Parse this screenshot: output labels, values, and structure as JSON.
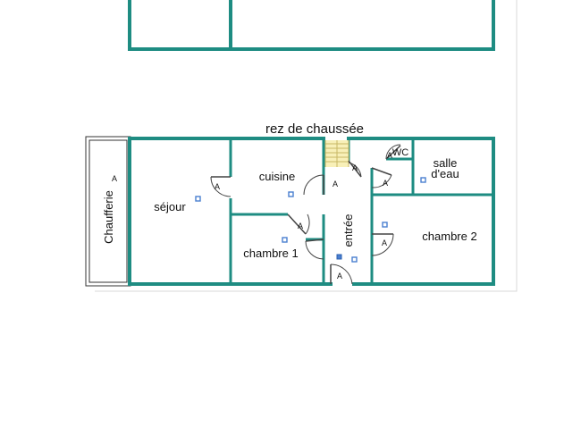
{
  "floor_title": "rez de chaussée",
  "rooms": {
    "chaufferie": "Chaufferie",
    "sejour": "séjour",
    "cuisine": "cuisine",
    "wc": "WC",
    "salle_line1": "salle",
    "salle_line2": "d'eau",
    "entree": "entrée",
    "chambre1": "chambre 1",
    "chambre2": "chambre 2"
  },
  "door_marker": "A",
  "colors": {
    "wall": "#1e8c82",
    "sensor": "#4a7fd0",
    "stairs": "#f8f0b8"
  }
}
